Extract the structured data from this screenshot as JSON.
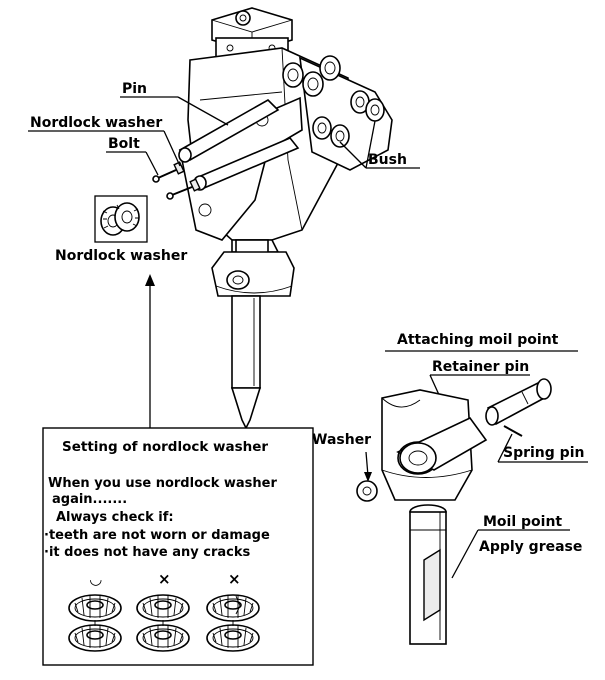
{
  "labels": {
    "pin": "Pin",
    "nordlock_washer_top": "Nordlock washer",
    "bolt": "Bolt",
    "bush": "Bush",
    "nordlock_washer_inset": "Nordlock washer",
    "attaching_moil_point": "Attaching moil point",
    "retainer_pin": "Retainer pin",
    "washer": "Washer",
    "spring_pin": "Spring pin",
    "moil_point": "Moil point",
    "apply_grease": "Apply grease"
  },
  "setting_box": {
    "title": "Setting of nordlock washer",
    "line1": "When you use nordlock washer",
    "line2": "again.......",
    "line3": "Always check if:",
    "line4": "·teeth are not worn or damage",
    "line5": "·it does not have any cracks",
    "mark_ok": "◡",
    "mark_ng1": "×",
    "mark_ng2": "×"
  }
}
